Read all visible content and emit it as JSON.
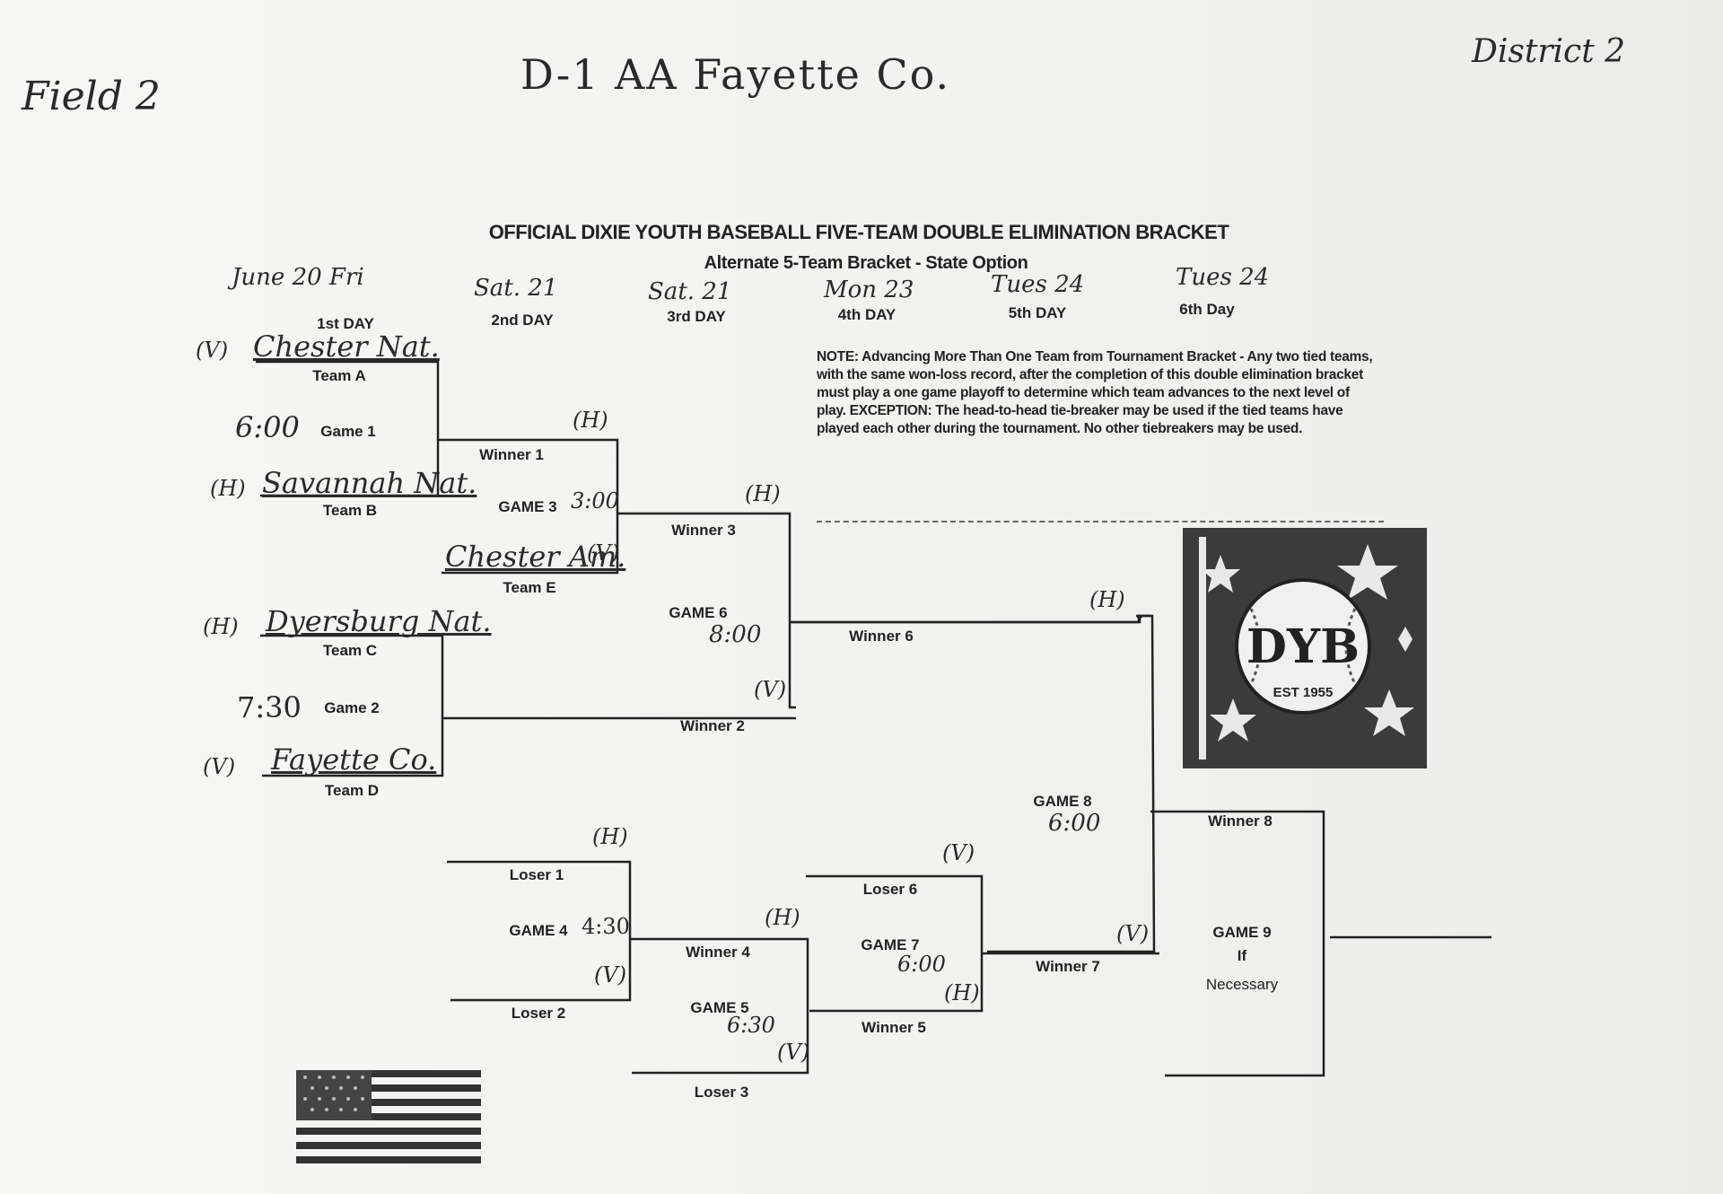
{
  "header": {
    "field": "Field 2",
    "division": "D-1 AA   Fayette Co.",
    "district": "District 2"
  },
  "bracket": {
    "title": "OFFICIAL DIXIE YOUTH BASEBALL FIVE-TEAM DOUBLE ELIMINATION BRACKET",
    "subtitle": "Alternate 5-Team Bracket - State Option",
    "days": [
      {
        "printed": "1st DAY",
        "written": "June 20 Fri"
      },
      {
        "printed": "2nd DAY",
        "written": "Sat. 21"
      },
      {
        "printed": "3rd DAY",
        "written": "Sat. 21"
      },
      {
        "printed": "4th DAY",
        "written": "Mon 23"
      },
      {
        "printed": "5th DAY",
        "written": "Tues 24"
      },
      {
        "printed": "6th Day",
        "written": "Tues 24"
      }
    ],
    "teams": {
      "a": {
        "slot": "Team A",
        "name": "Chester Nat.",
        "side": "(V)"
      },
      "b": {
        "slot": "Team B",
        "name": "Savannah Nat.",
        "side": "(H)"
      },
      "c": {
        "slot": "Team C",
        "name": "Dyersburg Nat.",
        "side": "(H)"
      },
      "d": {
        "slot": "Team D",
        "name": "Fayette Co.",
        "side": "(V)"
      },
      "e": {
        "slot": "Team E",
        "name": "Chester Am.",
        "side": "(V)"
      }
    },
    "games": {
      "g1": {
        "label": "Game 1",
        "time": "6:00"
      },
      "g2": {
        "label": "Game 2",
        "time": "7:30"
      },
      "g3": {
        "label": "GAME 3",
        "time": "3:00"
      },
      "g4": {
        "label": "GAME 4",
        "time": "4:30"
      },
      "g5": {
        "label": "GAME 5",
        "time": "6:30"
      },
      "g6": {
        "label": "GAME 6",
        "time": "8:00"
      },
      "g7": {
        "label": "GAME 7",
        "time": "6:00"
      },
      "g8": {
        "label": "GAME 8",
        "time": "6:00"
      },
      "g9": {
        "label": "GAME 9",
        "qual1": "If",
        "qual2": "Necessary"
      }
    },
    "slots": {
      "winner1": "Winner 1",
      "winner2": "Winner 2",
      "winner3": "Winner 3",
      "winner4": "Winner 4",
      "winner5": "Winner 5",
      "winner6": "Winner 6",
      "winner7": "Winner 7",
      "winner8": "Winner 8",
      "loser1": "Loser 1",
      "loser2": "Loser 2",
      "loser3": "Loser 3",
      "loser6": "Loser 6"
    },
    "marks": {
      "home": "(H)",
      "visitor": "(V)"
    },
    "note": "NOTE: Advancing More Than One Team from Tournament Bracket - Any two tied teams, with the same won-loss record, after the completion of this double elimination bracket must play a one game playoff to determine which team advances to the next level of play. EXCEPTION: The head-to-head tie-breaker may be used if the tied teams have played each other during the tournament. No other tiebreakers may be used."
  },
  "logo": {
    "text": "DYB",
    "est": "EST 1955"
  },
  "colors": {
    "paper": "#f3f3f1",
    "ink": "#1d1d1d",
    "logo_bg": "#3b3b3b"
  }
}
